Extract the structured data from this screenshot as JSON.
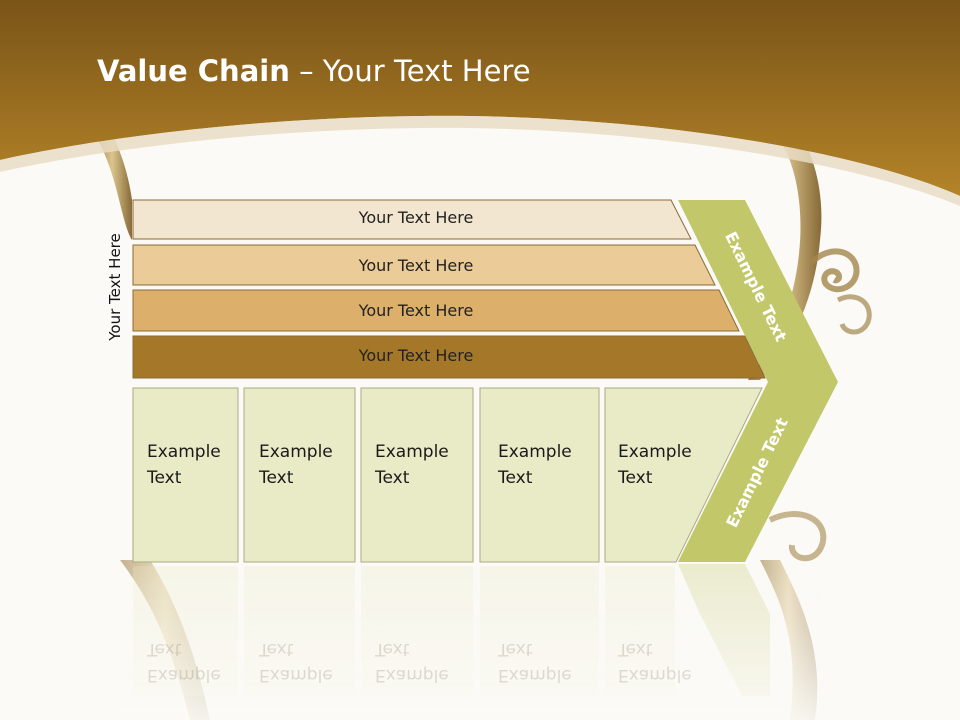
{
  "title": {
    "bold": "Value Chain",
    "rest": " – Your Text Here"
  },
  "side_label": "Your Text Here",
  "bars": [
    {
      "label": "Your Text Here",
      "color": "#f3e6d1"
    },
    {
      "label": "Your Text Here",
      "color": "#ebcb97"
    },
    {
      "label": "Your Text Here",
      "color": "#dcb06a"
    },
    {
      "label": "Your Text Here",
      "color": "#a57829"
    }
  ],
  "cells": [
    {
      "line1": "Example",
      "line2": "Text"
    },
    {
      "line1": "Example",
      "line2": "Text"
    },
    {
      "line1": "Example",
      "line2": "Text"
    },
    {
      "line1": "Example",
      "line2": "Text"
    },
    {
      "line1": "Example",
      "line2": "Text"
    }
  ],
  "chevron": {
    "upper": "Example Text",
    "lower": "Example Text"
  },
  "colors": {
    "header": "#9a6f22",
    "cell_fill": "#e9ebc7",
    "chevron_fill": "#c2c76a"
  }
}
